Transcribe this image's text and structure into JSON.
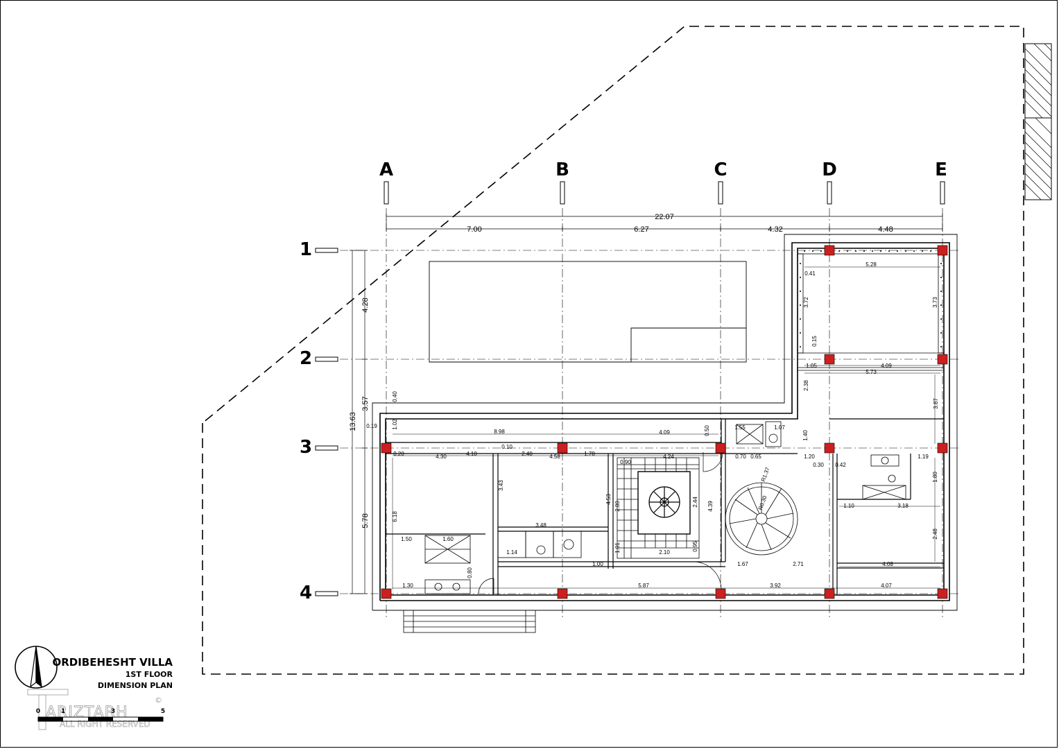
{
  "title_block": {
    "project": "ORDIBEHESHT VILLA",
    "floor": "1ST FLOOR",
    "plan_type": "DIMENSION PLAN",
    "scale_ticks": [
      "0",
      "1",
      "3",
      "5"
    ],
    "brand": "ARIZTARH",
    "copyright_mark": "©",
    "rights": "ALL RIGHT RESERVED"
  },
  "grid": {
    "columns": [
      "A",
      "B",
      "C",
      "D",
      "E"
    ],
    "rows": [
      "1",
      "2",
      "3",
      "4"
    ]
  },
  "dimensions": {
    "overall_width": "22.07",
    "bay_widths": [
      "7.00",
      "6.27",
      "4.32",
      "4.48"
    ],
    "overall_depth": "13.63",
    "row_spacings": [
      "4.28",
      "3.57",
      "5.78"
    ]
  },
  "annotations": [
    "5.28",
    "4.09",
    "5.73",
    "3.72",
    "3.73",
    "3.87",
    "1.05",
    "2.38",
    "0.41",
    "0.15",
    "8.98",
    "4.30",
    "4.10",
    "2.40",
    "4.58",
    "1.78",
    "4.24",
    "4.09",
    "1.55",
    "1.07",
    "0.70",
    "0.65",
    "1.20",
    "1.40",
    "1.19",
    "1.80",
    "3.18",
    "1.10",
    "6.18",
    "3.43",
    "3.48",
    "1.50",
    "1.60",
    "1.14",
    "2.10",
    "2.44",
    "4.39",
    "4.53",
    "0.95",
    "1.00",
    "1.67",
    "2.71",
    "4.08",
    "4.07",
    "5.87",
    "3.92",
    "1.30",
    "2.48",
    "R1.37",
    "R0.30",
    "0.40",
    "0.20",
    "0.10",
    "0.42",
    "0.30",
    "0.50",
    "0.80",
    "0.90",
    "0.19",
    "1.02",
    "1.01",
    "2.80"
  ],
  "colors": {
    "column_fill": "#cc1f1f",
    "line": "#000000",
    "brand_gray": "#9a9a9a"
  }
}
